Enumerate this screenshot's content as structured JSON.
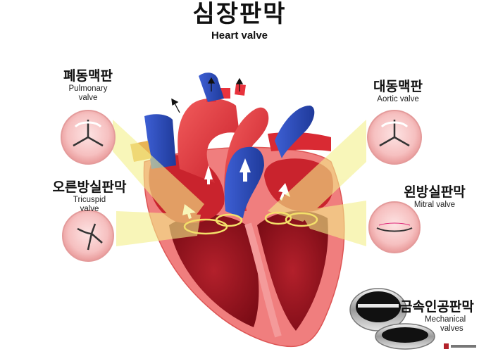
{
  "title": {
    "korean": "심장판막",
    "english": "Heart valve"
  },
  "labels": {
    "pulmonary": {
      "korean": "폐동맥판",
      "english_line1": "Pulmonary",
      "english_line2": "valve"
    },
    "tricuspid": {
      "korean": "오른방실판막",
      "english_line1": "Tricuspid",
      "english_line2": "valve"
    },
    "aortic": {
      "korean": "대동맥판",
      "english_line1": "Aortic valve"
    },
    "mitral": {
      "korean": "왼방실판막",
      "english_line1": "Mitral valve"
    },
    "mechanical": {
      "korean": "금속인공판막",
      "english_line1": "Mechanical",
      "english_line2": "valves"
    }
  },
  "colors": {
    "artery_red": "#e8323c",
    "vein_blue": "#2f4fbf",
    "valve_pink": "#f6c6c6",
    "beam_yellow": "#f4f08a",
    "chamber_dark": "#9b1520"
  }
}
